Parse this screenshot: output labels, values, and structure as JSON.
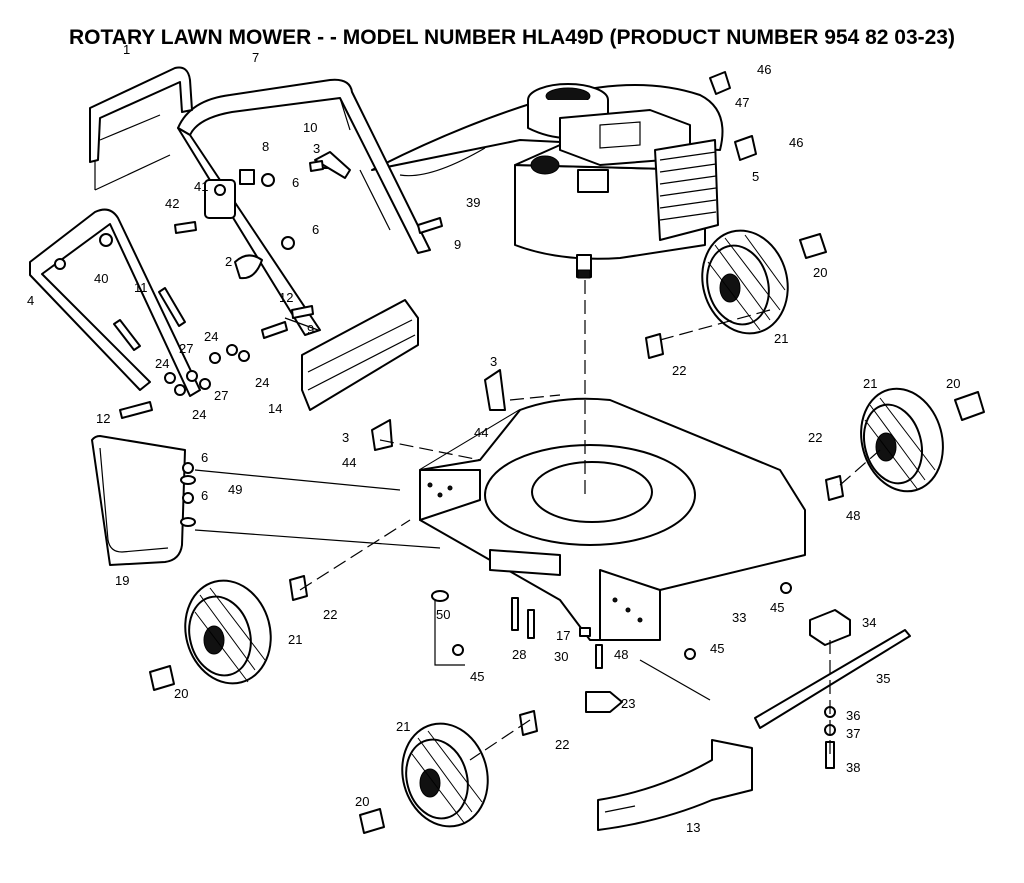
{
  "title": "ROTARY LAWN MOWER - - MODEL NUMBER HLA49D (PRODUCT NUMBER 954 82 03-23)",
  "callouts": [
    {
      "id": "c1",
      "label": "1"
    },
    {
      "id": "c7",
      "label": "7"
    },
    {
      "id": "c46a",
      "label": "46"
    },
    {
      "id": "c47",
      "label": "47"
    },
    {
      "id": "c10",
      "label": "10"
    },
    {
      "id": "c8",
      "label": "8"
    },
    {
      "id": "c3a",
      "label": "3"
    },
    {
      "id": "c6a",
      "label": "6"
    },
    {
      "id": "c46b",
      "label": "46"
    },
    {
      "id": "c5",
      "label": "5"
    },
    {
      "id": "c41",
      "label": "41"
    },
    {
      "id": "c42",
      "label": "42"
    },
    {
      "id": "c39",
      "label": "39"
    },
    {
      "id": "c6b",
      "label": "6"
    },
    {
      "id": "c9a",
      "label": "9"
    },
    {
      "id": "c40",
      "label": "40"
    },
    {
      "id": "c2",
      "label": "2"
    },
    {
      "id": "c20a",
      "label": "20"
    },
    {
      "id": "c4",
      "label": "4"
    },
    {
      "id": "c11",
      "label": "11"
    },
    {
      "id": "c12a",
      "label": "12"
    },
    {
      "id": "c9b",
      "label": "9"
    },
    {
      "id": "c21a",
      "label": "21"
    },
    {
      "id": "c24a",
      "label": "24"
    },
    {
      "id": "c27a",
      "label": "27"
    },
    {
      "id": "c24b",
      "label": "24"
    },
    {
      "id": "c24c",
      "label": "24"
    },
    {
      "id": "c3b",
      "label": "3"
    },
    {
      "id": "c22a",
      "label": "22"
    },
    {
      "id": "c27b",
      "label": "27"
    },
    {
      "id": "c14",
      "label": "14"
    },
    {
      "id": "c12b",
      "label": "12"
    },
    {
      "id": "c24d",
      "label": "24"
    },
    {
      "id": "c21b",
      "label": "21"
    },
    {
      "id": "c20b",
      "label": "20"
    },
    {
      "id": "c44a",
      "label": "44"
    },
    {
      "id": "c3c",
      "label": "3"
    },
    {
      "id": "c44b",
      "label": "44"
    },
    {
      "id": "c22b",
      "label": "22"
    },
    {
      "id": "c6c",
      "label": "6"
    },
    {
      "id": "c49",
      "label": "49"
    },
    {
      "id": "c6d",
      "label": "6"
    },
    {
      "id": "c48a",
      "label": "48"
    },
    {
      "id": "c19",
      "label": "19"
    },
    {
      "id": "c22c",
      "label": "22"
    },
    {
      "id": "c50",
      "label": "50"
    },
    {
      "id": "c33",
      "label": "33"
    },
    {
      "id": "c45a",
      "label": "45"
    },
    {
      "id": "c34",
      "label": "34"
    },
    {
      "id": "c21c",
      "label": "21"
    },
    {
      "id": "c17",
      "label": "17"
    },
    {
      "id": "c28",
      "label": "28"
    },
    {
      "id": "c30",
      "label": "30"
    },
    {
      "id": "c48b",
      "label": "48"
    },
    {
      "id": "c45b",
      "label": "45"
    },
    {
      "id": "c35",
      "label": "35"
    },
    {
      "id": "c20c",
      "label": "20"
    },
    {
      "id": "c45c",
      "label": "45"
    },
    {
      "id": "c23",
      "label": "23"
    },
    {
      "id": "c36",
      "label": "36"
    },
    {
      "id": "c37",
      "label": "37"
    },
    {
      "id": "c21d",
      "label": "21"
    },
    {
      "id": "c22d",
      "label": "22"
    },
    {
      "id": "c38",
      "label": "38"
    },
    {
      "id": "c20d",
      "label": "20"
    },
    {
      "id": "c13",
      "label": "13"
    }
  ]
}
